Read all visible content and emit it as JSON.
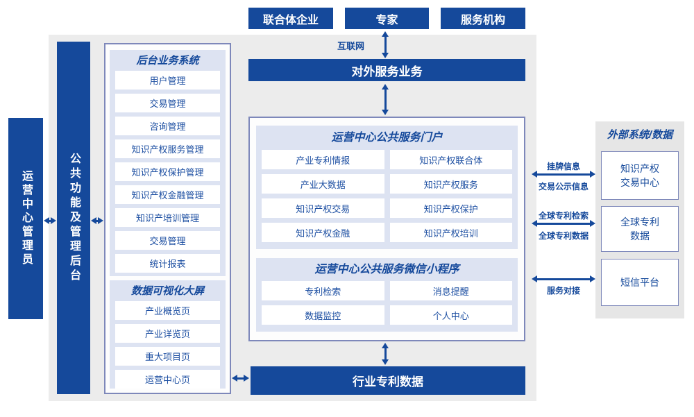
{
  "meta": {
    "colors": {
      "primary_blue": "#15499b",
      "lavender_panel": "#dde3f2",
      "panel_border": "#7e88ba",
      "item_text_blue": "#1d4fa2",
      "background_gray": "#ececec"
    }
  },
  "top_actors": {
    "items": [
      "联合体企业",
      "专家",
      "服务机构"
    ]
  },
  "internet_label": "互联网",
  "external_service_bar": "对外服务业务",
  "left_rail": {
    "operator": "运营中心管理员",
    "backend": "公共功能及管理后台"
  },
  "backoffice": {
    "title": "后台业务系统",
    "items": [
      "用户管理",
      "交易管理",
      "咨询管理",
      "知识产权服务管理",
      "知识产权保护管理",
      "知识产权金融管理",
      "知识产培训管理",
      "交易管理",
      "统计报表"
    ]
  },
  "dashboard": {
    "title": "数据可视化大屏",
    "items": [
      "产业概览页",
      "产业详览页",
      "重大项目页",
      "运营中心页"
    ]
  },
  "portal": {
    "title": "运营中心公共服务门户",
    "items": [
      "产业专利情报",
      "知识产权联合体",
      "产业大数据",
      "知识产权服务",
      "知识产权交易",
      "知识产权保护",
      "知识产权金融",
      "知识产权培训"
    ]
  },
  "miniprogram": {
    "title": "运营中心公共服务微信小程序",
    "items": [
      "专利检索",
      "消息提醒",
      "数据监控",
      "个人中心"
    ]
  },
  "industry_data_bar": "行业专利数据",
  "external": {
    "title": "外部系统/数据",
    "systems": [
      "知识产权\n交易中心",
      "全球专利\n数据",
      "短信平台"
    ],
    "labels": {
      "listing_info": "挂牌信息",
      "trade_publicity": "交易公示信息",
      "global_patent_search": "全球专利检索",
      "global_patent_data": "全球专利数据",
      "service_connect": "服务对接"
    }
  }
}
